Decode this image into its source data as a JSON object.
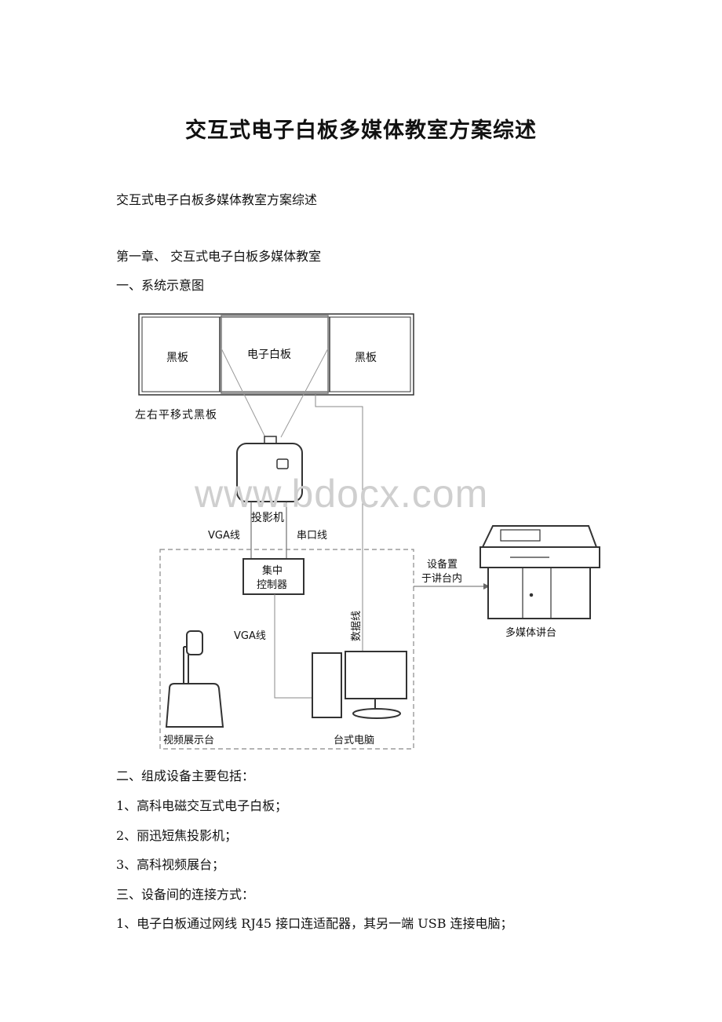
{
  "document": {
    "title": "交互式电子白板多媒体教室方案综述",
    "subtitle": "交互式电子白板多媒体教室方案综述",
    "chapter": "第一章、 交互式电子白板多媒体教室",
    "section1": "一、系统示意图",
    "section2": "二、组成设备主要包括：",
    "equipment": [
      "1、高科电磁交互式电子白板；",
      "2、丽迅短焦投影机；",
      "3、高科视频展台；"
    ],
    "section3": "三、设备间的连接方式：",
    "connections": [
      "1、电子白板通过网线 RJ45 接口连适配器，其另一端 USB 连接电脑；"
    ]
  },
  "diagram": {
    "board_left": "黑板",
    "board_center": "电子白板",
    "board_right": "黑板",
    "board_caption": "左右平移式黑板",
    "projector": "投影机",
    "vga_top": "VGA线",
    "serial": "串口线",
    "controller_line1": "集中",
    "controller_line2": "控制器",
    "data_line": "数据线",
    "vga_bottom": "VGA线",
    "podium_note_line1": "设备置",
    "podium_note_line2": "于讲台内",
    "podium": "多媒体讲台",
    "visualizer": "视频展示台",
    "desktop": "台式电脑"
  },
  "watermark": "www.bdocx.com"
}
